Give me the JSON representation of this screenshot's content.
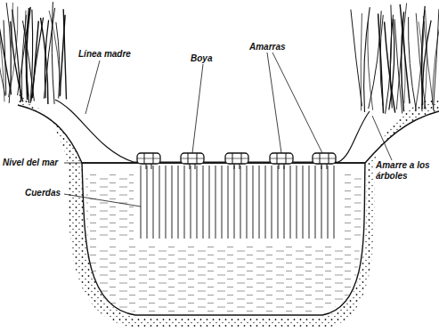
{
  "diagram": {
    "labels": [
      "Línea madre",
      "Boya",
      "Amarras",
      "Nivel del mar",
      "Cuerdas",
      "Amarre a los árboles"
    ]
  }
}
